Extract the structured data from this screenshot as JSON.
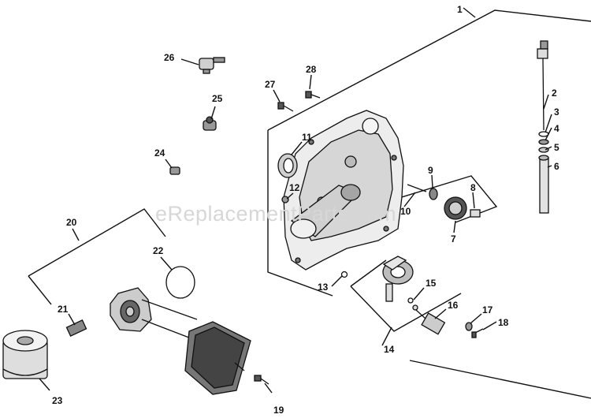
{
  "watermark": "eReplacementParts.com",
  "callouts": {
    "c1": "1",
    "c2": "2",
    "c3": "3",
    "c4": "4",
    "c5": "5",
    "c6": "6",
    "c7": "7",
    "c8": "8",
    "c9": "9",
    "c10": "10",
    "c11": "11",
    "c12": "12",
    "c13": "13",
    "c14": "14",
    "c15": "15",
    "c16": "16",
    "c17": "17",
    "c18": "18",
    "c19": "19",
    "c20": "20",
    "c21": "21",
    "c22": "22",
    "c23": "23",
    "c24": "24",
    "c25": "25",
    "c26": "26",
    "c27": "27",
    "c28": "28"
  },
  "colors": {
    "line": "#111111",
    "part_fill": "#e6e6e6",
    "part_dark": "#555555",
    "watermark": "#d7d7d7"
  }
}
